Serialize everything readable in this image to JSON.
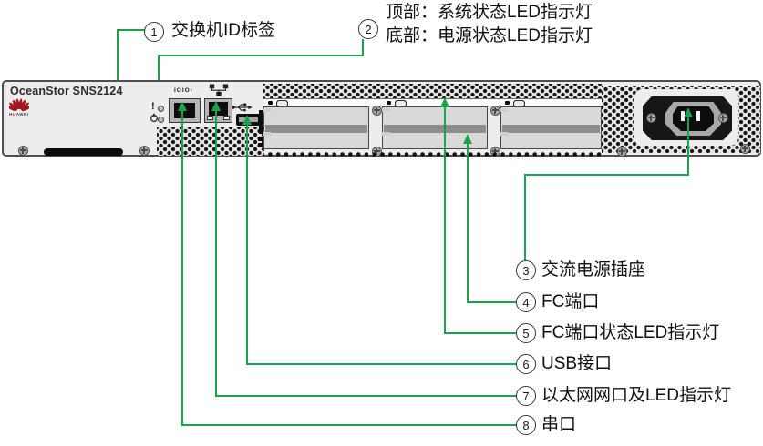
{
  "figure": {
    "background": "#ffffff",
    "accent_green": "#17a44b",
    "huawei_red": "#a6151d"
  },
  "device": {
    "model": "OceanStor SNS2124",
    "brand": "HUAWEI",
    "serial_port_label": "IOIOI",
    "alert_led_symbol": "!"
  },
  "callouts": {
    "c1": {
      "num": "1",
      "label": "交换机ID标签"
    },
    "c2": {
      "num": "2",
      "line1": "顶部：系统状态LED指示灯",
      "line2": "底部：电源状态LED指示灯"
    },
    "c3": {
      "num": "3",
      "label": "交流电源插座"
    },
    "c4": {
      "num": "4",
      "label": "FC端口"
    },
    "c5": {
      "num": "5",
      "label": "FC端口状态LED指示灯"
    },
    "c6": {
      "num": "6",
      "label": "USB接口"
    },
    "c7": {
      "num": "7",
      "label": "以太网网口及LED指示灯"
    },
    "c8": {
      "num": "8",
      "label": "串口"
    }
  }
}
